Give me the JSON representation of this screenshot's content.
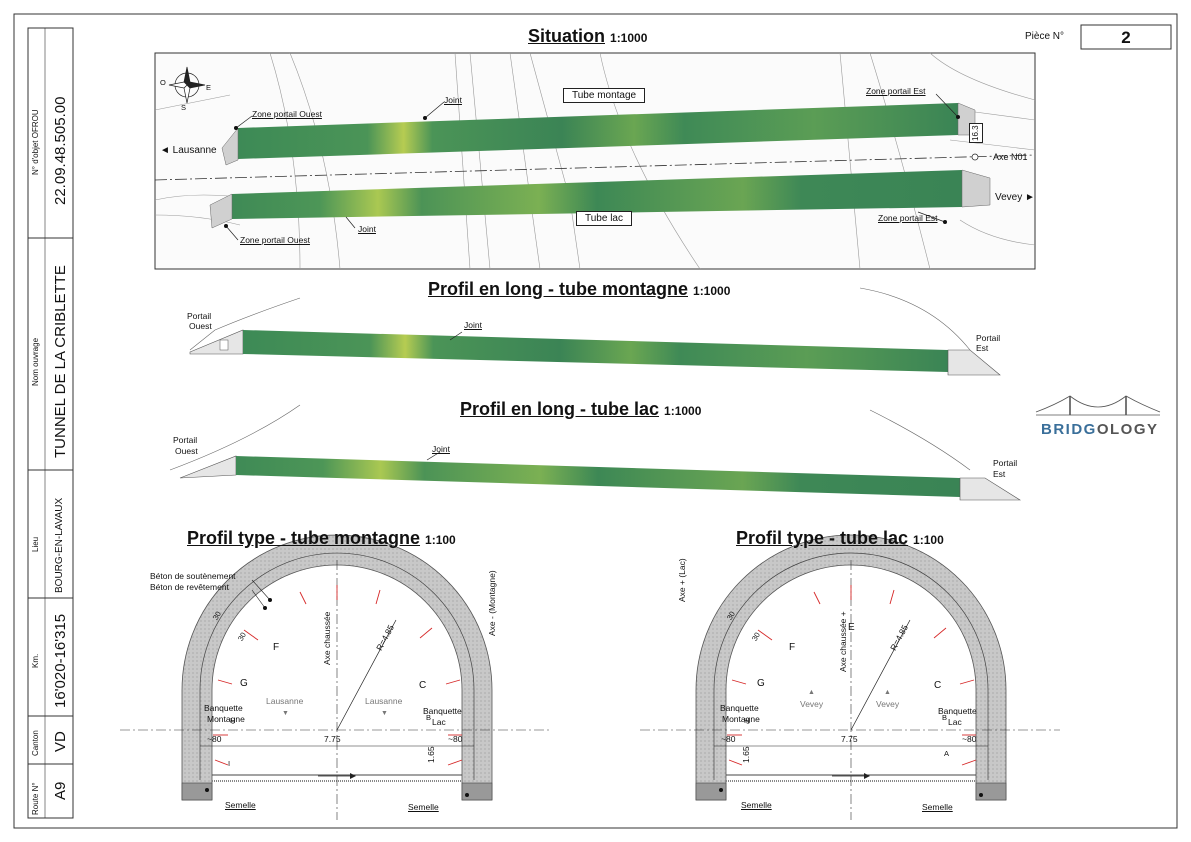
{
  "sidebar": {
    "ofrou_label": "N° d'objet OFROU",
    "ofrou_value": "22.09.48.505.00",
    "ouvrage_label": "Nom ouvrage",
    "ouvrage_value": "TUNNEL DE LA CRIBLETTE",
    "lieu_label": "Lieu",
    "lieu_value": "BOURG-EN-LAVAUX",
    "km_label": "Km.",
    "km_value": "16'020-16'315",
    "canton_label": "Canton",
    "canton_value": "VD",
    "route_label": "Route N°",
    "route_value": "A9"
  },
  "header": {
    "piece_label": "Pièce N°",
    "piece_value": "2"
  },
  "logo": {
    "text_a": "BRIDG",
    "text_b": "OLOGY"
  },
  "situation": {
    "title": "Situation",
    "scale": "1:1000",
    "tube_montage": "Tube montage",
    "tube_lac": "Tube lac",
    "zone_ouest_top": "Zone portail Ouest",
    "zone_ouest_bottom": "Zone portail Ouest",
    "zone_est_top": "Zone portail Est",
    "zone_est_bottom": "Zone portail Est",
    "joint_top": "Joint",
    "joint_bottom": "Joint",
    "lausanne": "◄ Lausanne",
    "vevey": "Vevey ►",
    "axe": "Axe N01",
    "km_mark": "16.3",
    "compass_o": "O",
    "compass_e": "E",
    "compass_s": "S"
  },
  "profil_montagne": {
    "title": "Profil en long - tube montagne",
    "scale": "1:1000",
    "portail_ouest_1": "Portail",
    "portail_ouest_2": "Ouest",
    "portail_est_1": "Portail",
    "portail_est_2": "Est",
    "joint": "Joint"
  },
  "profil_lac": {
    "title": "Profil en long - tube lac",
    "scale": "1:1000",
    "portail_ouest_1": "Portail",
    "portail_ouest_2": "Ouest",
    "portail_est_1": "Portail",
    "portail_est_2": "Est",
    "joint": "Joint"
  },
  "type_montagne": {
    "title": "Profil type - tube montagne",
    "scale": "1:100",
    "beton_sout": "Béton de soutènement",
    "beton_rev": "Béton de revêtement",
    "dim30a": "30",
    "dim30b": "30",
    "f": "F",
    "g": "G",
    "c": "C",
    "h": "H",
    "b": "B",
    "i": "I",
    "axe_chaussee": "Axe chaussée",
    "axe_mont": "Axe - (Montagne)",
    "radius": "R=4.85",
    "lausanne1": "Lausanne",
    "lausanne2": "Lausanne",
    "banq_mont_1": "Banquette",
    "banq_mont_2": "Montagne",
    "banq_lac_1": "Banquette",
    "banq_lac_2": "Lac",
    "w775": "7.75",
    "w80a": "~80",
    "w80b": "~80",
    "h165": "1.65",
    "semelle1": "Semelle",
    "semelle2": "Semelle"
  },
  "type_lac": {
    "title": "Profil type - tube lac",
    "scale": "1:100",
    "dim30a": "30",
    "dim30b": "30",
    "f": "F",
    "g": "G",
    "c": "C",
    "e": "E",
    "h": "H",
    "b": "B",
    "a": "A",
    "axe_chaussee": "Axe chaussée +",
    "axe_lac": "Axe + (Lac)",
    "radius": "R=4.85",
    "vevey1": "Vevey",
    "vevey2": "Vevey",
    "banq_mont_1": "Banquette",
    "banq_mont_2": "Montagne",
    "banq_lac_1": "Banquette",
    "banq_lac_2": "Lac",
    "w775": "7.75",
    "w80a": "~80",
    "w80b": "~80",
    "h165": "1.65",
    "semelle1": "Semelle",
    "semelle2": "Semelle"
  },
  "colors": {
    "concrete_green": "#3f8a57",
    "concrete_yellow": "#c9d649",
    "structure_gray": "#b9b9b9",
    "red_marks": "#d62828",
    "logo_blue": "#3a6f9a"
  }
}
